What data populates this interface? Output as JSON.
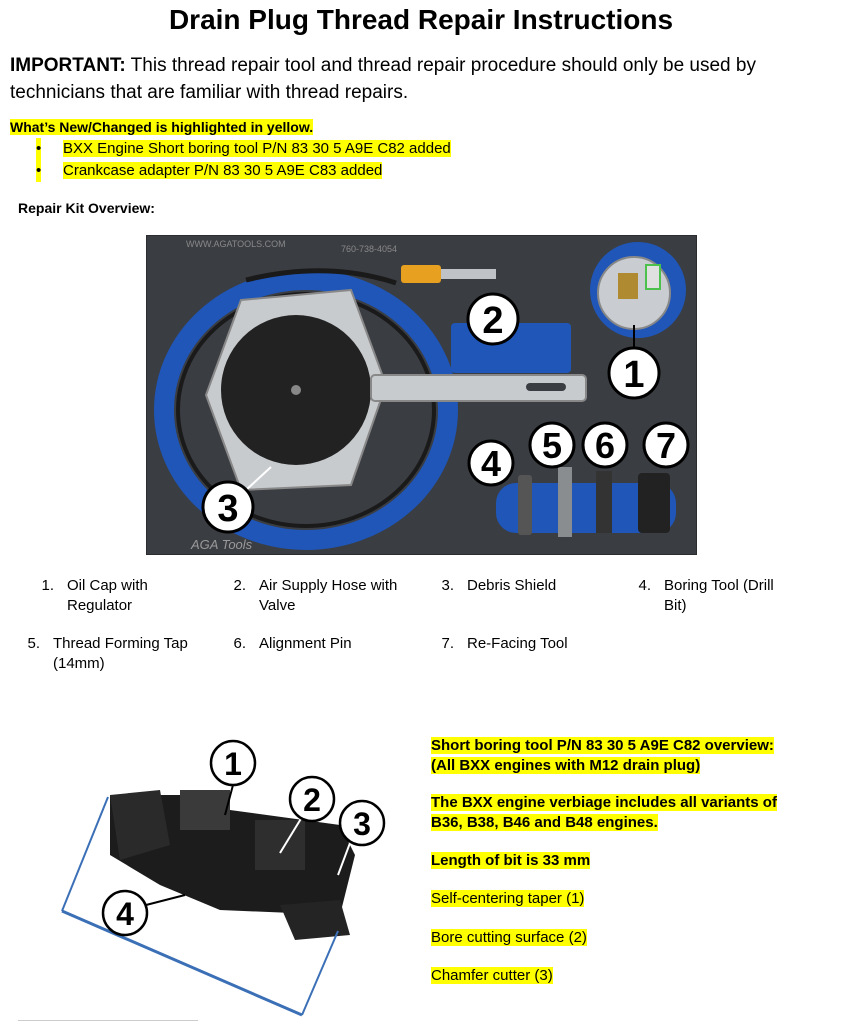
{
  "title": "Drain Plug Thread Repair Instructions",
  "important": {
    "label": "IMPORTANT:",
    "text": " This thread repair tool and thread repair procedure should only be used by technicians that are familiar with thread repairs."
  },
  "whats_new": {
    "heading": "What’s New/Changed is highlighted in yellow.",
    "bullet_glyph": "•",
    "items": [
      "BXX Engine Short boring tool P/N 83 30 5 A9E C82 added",
      "Crankcase adapter P/N 83 30 5 A9E C83 added"
    ]
  },
  "kit_overview": {
    "heading": "Repair Kit Overview:",
    "photo_text": {
      "website": "WWW.AGATOOLS.COM",
      "phone": "760-738-4054",
      "brand": "AGA Tools"
    },
    "callouts": [
      "1",
      "2",
      "3",
      "4",
      "5",
      "6",
      "7"
    ],
    "legend": [
      {
        "num": "1.",
        "line1": "Oil Cap with",
        "line2": "Regulator"
      },
      {
        "num": "2.",
        "line1": "Air Supply Hose with",
        "line2": "Valve"
      },
      {
        "num": "3.",
        "line1": "Debris Shield",
        "line2": ""
      },
      {
        "num": "4.",
        "line1": "Boring Tool (Drill",
        "line2": "Bit)"
      },
      {
        "num": "5.",
        "line1": "Thread Forming Tap",
        "line2": "(14mm)"
      },
      {
        "num": "6.",
        "line1": "Alignment Pin",
        "line2": ""
      },
      {
        "num": "7.",
        "line1": "Re-Facing Tool",
        "line2": ""
      }
    ]
  },
  "boring_tool": {
    "callouts": [
      "1",
      "2",
      "3",
      "4"
    ],
    "overview_line1": "Short boring tool P/N 83 30 5 A9E C82 overview:",
    "overview_line2": "(All BXX engines with M12 drain plug)",
    "verbiage_line1": "The BXX engine verbiage includes all variants of",
    "verbiage_line2": "B36, B38, B46 and B48 engines.",
    "length": "Length of bit is 33 mm",
    "features": [
      "Self-centering taper (1)",
      "Bore cutting surface (2)",
      "Chamfer cutter (3)"
    ]
  }
}
